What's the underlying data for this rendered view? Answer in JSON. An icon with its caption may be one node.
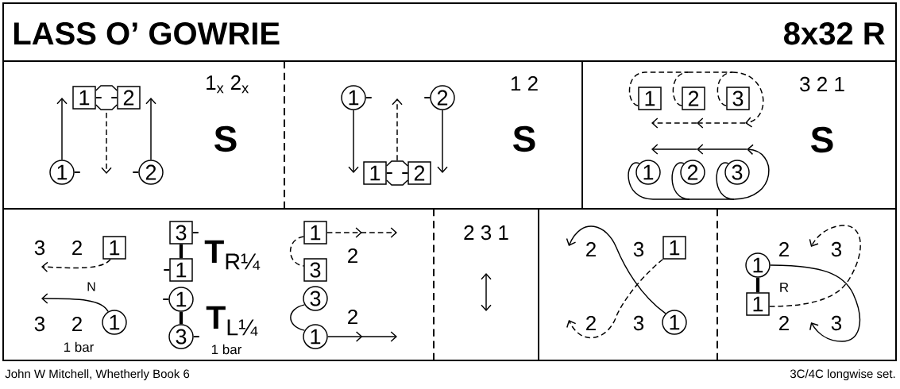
{
  "diagram": {
    "title": "LASS O’ GOWRIE",
    "nodes": [
      {
        "text": [
          "1"
        ]
      },
      {
        "text": [
          "2"
        ]
      },
      {
        "text": [
          "1"
        ]
      },
      {
        "text": [
          "2"
        ]
      },
      {
        "text": [
          "1"
        ]
      },
      {
        "text": [
          "2"
        ]
      },
      {
        "text": [
          "1"
        ]
      },
      {
        "text": [
          "2"
        ]
      },
      {
        "text": [
          "1"
        ]
      },
      {
        "text": [
          "2"
        ]
      },
      {
        "text": [
          "3"
        ]
      },
      {
        "text": [
          "1"
        ]
      },
      {
        "text": [
          "2"
        ]
      },
      {
        "text": [
          "3"
        ]
      },
      {
        "text": [
          "3"
        ]
      },
      {
        "text": [
          "1"
        ]
      },
      {
        "text": [
          "1"
        ]
      },
      {
        "text": [
          "3"
        ]
      },
      {
        "text": [
          "1"
        ]
      },
      {
        "text": [
          "1"
        ]
      },
      {
        "text": [
          "3"
        ]
      },
      {
        "text": [
          "1"
        ]
      },
      {
        "text": [
          "3"
        ]
      },
      {
        "text": [
          "3"
        ]
      },
      {
        "text": [
          "1"
        ]
      },
      {
        "text": [
          "1"
        ]
      },
      {
        "text": [
          "1"
        ]
      },
      {
        "text": [
          "1"
        ]
      },
      {
        "text": [
          "1"
        ]
      }
    ],
    "edges": [
      {
        "from": 0,
        "to": 1,
        "arrow": "none"
      },
      {
        "from": 2,
        "to": 0,
        "arrow": "to"
      },
      {
        "from": 3,
        "to": 1,
        "arrow": "to"
      },
      {
        "from": 4,
        "to": 6,
        "arrow": "to"
      },
      {
        "from": 5,
        "to": 7,
        "arrow": "to"
      },
      {
        "from": 6,
        "to": 7,
        "arrow": "none"
      },
      {
        "from": 8,
        "to": null,
        "arrow": "to",
        "style": "dashed"
      },
      {
        "from": 9,
        "to": null,
        "arrow": "to",
        "style": "dashed"
      },
      {
        "from": 10,
        "to": null,
        "arrow": "to",
        "style": "dashed"
      },
      {
        "from": 11,
        "to": null,
        "arrow": "to"
      },
      {
        "from": 12,
        "to": null,
        "arrow": "to"
      },
      {
        "from": 13,
        "to": null,
        "arrow": "to"
      },
      {
        "from": 15,
        "to": 14,
        "arrow": "to",
        "style": "dashed"
      },
      {
        "from": 16,
        "to": null,
        "arrow": "to"
      },
      {
        "from": 17,
        "to": 18,
        "arrow": "none",
        "style": "thick"
      },
      {
        "from": 19,
        "to": 20,
        "arrow": "none",
        "style": "thick"
      },
      {
        "from": 21,
        "to": null,
        "arrow": "to",
        "style": "dashed"
      },
      {
        "from": 21,
        "to": 22,
        "arrow": "none",
        "style": "dashed"
      },
      {
        "from": 23,
        "to": 24,
        "arrow": "none"
      },
      {
        "from": 24,
        "to": null,
        "arrow": "to"
      },
      {
        "from": 25,
        "to": null,
        "arrow": "to",
        "style": "dashed"
      },
      {
        "from": 26,
        "to": null,
        "arrow": "to"
      },
      {
        "from": 27,
        "to": 28,
        "arrow": "none",
        "style": "thick"
      },
      {
        "from": 28,
        "to": null,
        "arrow": "to",
        "style": "dashed"
      },
      {
        "from": 27,
        "to": null,
        "arrow": "to"
      }
    ],
    "labels": [
      "8x32 R",
      "1$_{x}$ 2$_{x}$",
      "S",
      "1 2",
      "S",
      "3 2 1",
      "S",
      "2",
      "N",
      "3",
      "2",
      "1 bar",
      "**T**$_{R¼}$",
      "**T**$_{L¼}$",
      "1 bar",
      "2",
      "2",
      "2 3 1",
      "2",
      "3",
      "2",
      "3",
      "2",
      "3",
      "R",
      "2",
      "3",
      "John W Mitchell, Whetherly Book 6",
      "3C/4C longwise set."
    ]
  }
}
